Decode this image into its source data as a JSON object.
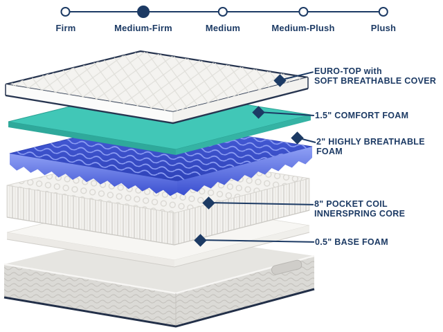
{
  "colors": {
    "navy": "#1c3a64",
    "teal_top": "#41c7b7",
    "teal_side": "#2fa99b",
    "blue_top": "#3b50cc",
    "blue_highlight": "#8fa0f5",
    "foundation_gray": "#dbdad6"
  },
  "firmness_scale": {
    "selected_value": "Medium-Firm",
    "options": [
      {
        "label": "Firm",
        "selected": false
      },
      {
        "label": "Medium-Firm",
        "selected": true
      },
      {
        "label": "Medium",
        "selected": false
      },
      {
        "label": "Medium-Plush",
        "selected": false
      },
      {
        "label": "Plush",
        "selected": false
      }
    ]
  },
  "layer_labels": [
    {
      "line1": "EURO-TOP with",
      "line2": "SOFT BREATHABLE COVER"
    },
    {
      "line1": "1.5\" COMFORT FOAM",
      "line2": ""
    },
    {
      "line1": "2\" HIGHLY BREATHABLE",
      "line2": "FOAM"
    },
    {
      "line1": "8\" POCKET COIL",
      "line2": "INNERSPRING CORE"
    },
    {
      "line1": "0.5\" BASE FOAM",
      "line2": ""
    }
  ]
}
